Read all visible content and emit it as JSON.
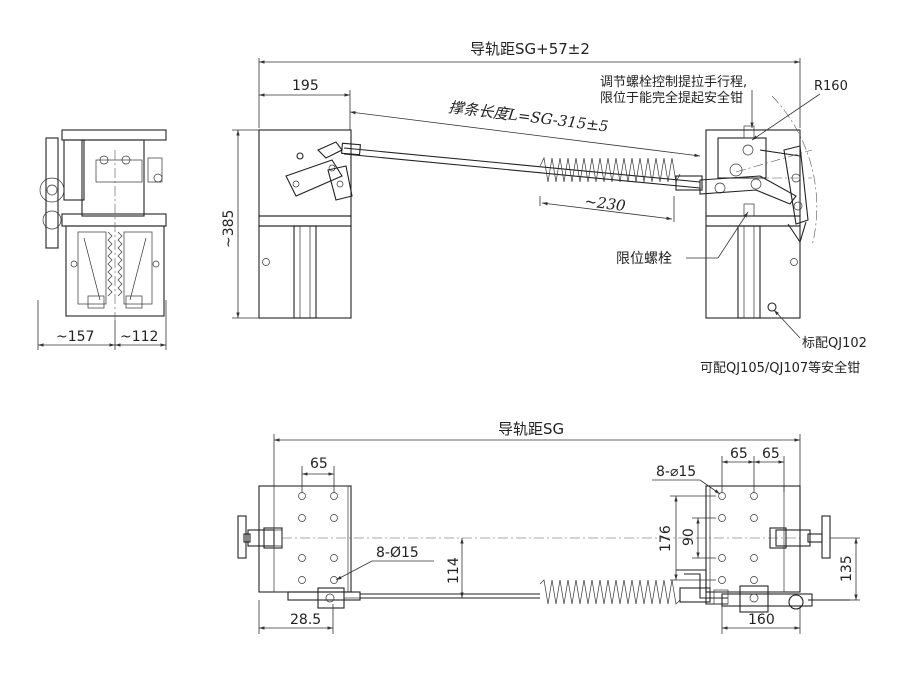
{
  "labels": {
    "rail_gauge_top": "导轨距SG+57±2",
    "dim_195": "195",
    "rod_length": "撑条长度L=SG-315±5",
    "adjust_note_line1": "调节螺栓控制提拉手行程,",
    "adjust_note_line2": "限位于能完全提起安全钳",
    "r160": "R160",
    "dim_385": "~385",
    "dim_230": "~230",
    "limit_bolt": "限位螺栓",
    "std_match": "标配QJ102",
    "optional_match": "可配QJ105/QJ107等安全钳",
    "dim_157": "~157",
    "dim_112": "~112",
    "rail_gauge_bottom": "导轨距SG",
    "dim_65_left": "65",
    "dim_65_right_a": "65",
    "dim_65_right_b": "65",
    "holes_right": "8-⌀15",
    "holes_left": "8-Ø15",
    "dim_176": "176",
    "dim_90": "90",
    "dim_114": "114",
    "dim_135": "135",
    "dim_28_5": "28.5",
    "dim_160": "160"
  },
  "colors": {
    "line": "#222222",
    "background": "#ffffff"
  }
}
